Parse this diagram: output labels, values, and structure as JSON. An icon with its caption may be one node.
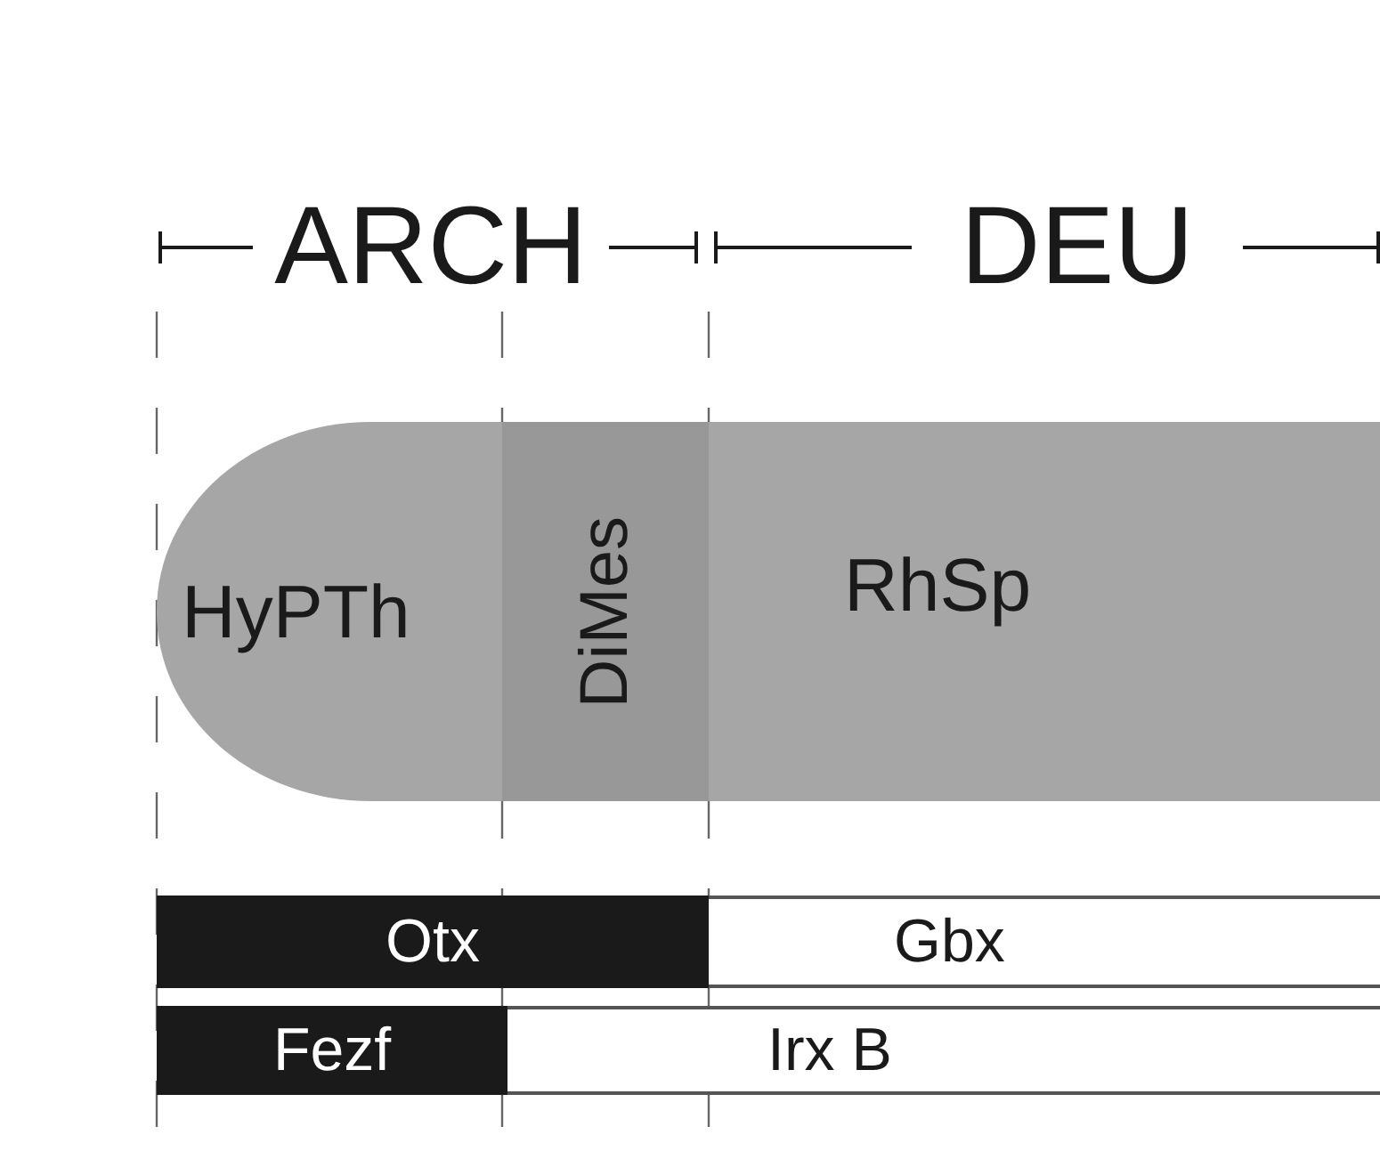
{
  "diagram": {
    "nodes": [
      {
        "text": [
          "HyPTh"
        ]
      },
      {
        "text": [
          "DiMes"
        ]
      },
      {
        "text": [
          "RhSp"
        ]
      },
      {
        "text": [
          "Otx"
        ]
      },
      {
        "text": [
          "Gbx"
        ]
      },
      {
        "text": [
          "Fezf"
        ]
      },
      {
        "text": [
          "Irx B"
        ]
      }
    ],
    "labels": [
      "ARCH",
      "DEU"
    ]
  }
}
